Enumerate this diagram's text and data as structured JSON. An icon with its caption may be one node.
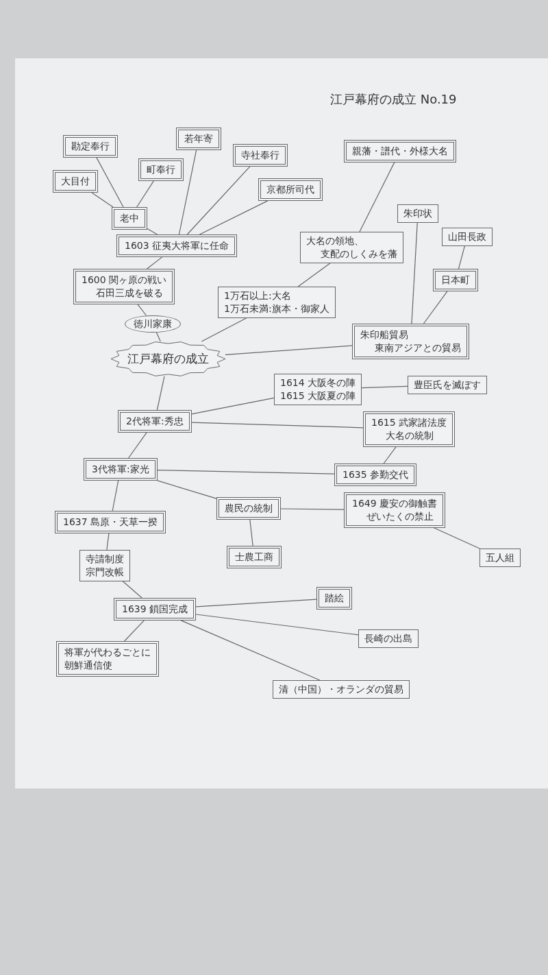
{
  "diagram": {
    "title": "江戸幕府の成立 No.19",
    "nodes": [
      {
        "text": [
          "勘定奉行"
        ]
      },
      {
        "text": [
          "若年寄"
        ]
      },
      {
        "text": [
          "寺社奉行"
        ]
      },
      {
        "text": [
          "親藩・譜代・外様大名"
        ]
      },
      {
        "text": [
          "町奉行"
        ]
      },
      {
        "text": [
          "大目付"
        ]
      },
      {
        "text": [
          "京都所司代"
        ]
      },
      {
        "text": [
          "老中"
        ]
      },
      {
        "text": [
          "朱印状"
        ]
      },
      {
        "text": [
          "山田長政"
        ]
      },
      {
        "text": [
          "1603 征夷大将軍に任命"
        ]
      },
      {
        "text": [
          "大名の領地、",
          "支配のしくみを藩"
        ]
      },
      {
        "text": [
          "1600 関ヶ原の戦い",
          "石田三成を破る"
        ]
      },
      {
        "text": [
          "1万石以上:大名",
          "1万石未満:旗本・御家人"
        ]
      },
      {
        "text": [
          "日本町"
        ]
      },
      {
        "text": [
          "徳川家康"
        ]
      },
      {
        "text": [
          "江戸幕府の成立"
        ]
      },
      {
        "text": [
          "朱印船貿易",
          "東南アジアとの貿易"
        ]
      },
      {
        "text": [
          "1614 大阪冬の陣",
          "1615 大阪夏の陣"
        ]
      },
      {
        "text": [
          "豊臣氏を滅ぼす"
        ]
      },
      {
        "text": [
          "2代将軍:秀忠"
        ]
      },
      {
        "text": [
          "1615 武家諸法度",
          "大名の統制"
        ]
      },
      {
        "text": [
          "3代将軍:家光"
        ]
      },
      {
        "text": [
          "1635 参勤交代"
        ]
      },
      {
        "text": [
          "1637 島原・天草一揆"
        ]
      },
      {
        "text": [
          "農民の統制"
        ]
      },
      {
        "text": [
          "1649 慶安の御触書",
          "ぜいたくの禁止"
        ]
      },
      {
        "text": [
          "寺請制度",
          "宗門改帳"
        ]
      },
      {
        "text": [
          "士農工商"
        ]
      },
      {
        "text": [
          "五人組"
        ]
      },
      {
        "text": [
          "踏絵"
        ]
      },
      {
        "text": [
          "1639 鎖国完成"
        ]
      },
      {
        "text": [
          "長崎の出島"
        ]
      },
      {
        "text": [
          "将軍が代わるごとに",
          "朝鮮通信使"
        ]
      },
      {
        "text": [
          "清（中国）・オランダの貿易"
        ]
      }
    ],
    "edges": [
      {
        "from": 0,
        "to": 7,
        "arrow": "none"
      },
      {
        "from": 5,
        "to": 7,
        "arrow": "none"
      },
      {
        "from": 4,
        "to": 7,
        "arrow": "none"
      },
      {
        "from": 7,
        "to": 10,
        "arrow": "none"
      },
      {
        "from": 1,
        "to": 10,
        "arrow": "none"
      },
      {
        "from": 2,
        "to": 10,
        "arrow": "none"
      },
      {
        "from": 6,
        "to": 10,
        "arrow": "none"
      },
      {
        "from": 10,
        "to": 12,
        "arrow": "none"
      },
      {
        "from": 12,
        "to": 15,
        "arrow": "none"
      },
      {
        "from": 15,
        "to": 16,
        "arrow": "none"
      },
      {
        "from": 16,
        "to": 13,
        "arrow": "none"
      },
      {
        "from": 13,
        "to": 11,
        "arrow": "none"
      },
      {
        "from": 11,
        "to": 3,
        "arrow": "none"
      },
      {
        "from": 16,
        "to": 17,
        "arrow": "none"
      },
      {
        "from": 17,
        "to": 8,
        "arrow": "none"
      },
      {
        "from": 17,
        "to": 14,
        "arrow": "none"
      },
      {
        "from": 14,
        "to": 9,
        "arrow": "none"
      },
      {
        "from": 16,
        "to": 20,
        "arrow": "none"
      },
      {
        "from": 20,
        "to": 18,
        "arrow": "none"
      },
      {
        "from": 18,
        "to": 19,
        "arrow": "none"
      },
      {
        "from": 20,
        "to": 21,
        "arrow": "none"
      },
      {
        "from": 20,
        "to": 22,
        "arrow": "none"
      },
      {
        "from": 21,
        "to": 23,
        "arrow": "none"
      },
      {
        "from": 22,
        "to": 23,
        "arrow": "none"
      },
      {
        "from": 22,
        "to": 25,
        "arrow": "none"
      },
      {
        "from": 22,
        "to": 24,
        "arrow": "none"
      },
      {
        "from": 25,
        "to": 26,
        "arrow": "none"
      },
      {
        "from": 25,
        "to": 28,
        "arrow": "none"
      },
      {
        "from": 26,
        "to": 29,
        "arrow": "none"
      },
      {
        "from": 24,
        "to": 27,
        "arrow": "none"
      },
      {
        "from": 27,
        "to": 31,
        "arrow": "none"
      },
      {
        "from": 31,
        "to": 30,
        "arrow": "none"
      },
      {
        "from": 31,
        "to": 32,
        "arrow": "none"
      },
      {
        "from": 31,
        "to": 34,
        "arrow": "none"
      },
      {
        "from": 31,
        "to": 33,
        "arrow": "none"
      }
    ]
  }
}
